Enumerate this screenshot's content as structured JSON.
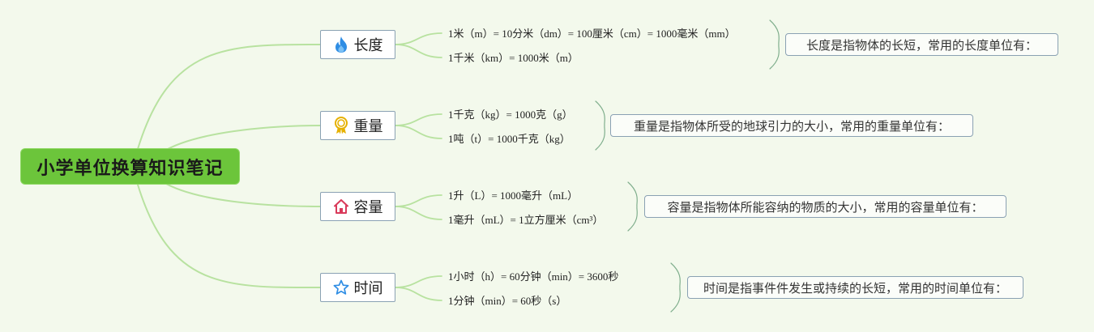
{
  "root": {
    "title": "小学单位换算知识笔记",
    "color": "#6cc53b"
  },
  "branch_color": "#b8e2a0",
  "topics": [
    {
      "label": "长度",
      "icon": "fire-icon",
      "icon_color": "#2f8de4",
      "details": [
        "1米（m）= 10分米（dm）= 100厘米（cm）= 1000毫米（mm）",
        "1千米（km）= 1000米（m）"
      ],
      "summary": "长度是指物体的长短，常用的长度单位有："
    },
    {
      "label": "重量",
      "icon": "award-ribbon-icon",
      "icon_color": "#e6b100",
      "details": [
        "1千克（kg）= 1000克（g）",
        "1吨（t）= 1000千克（kg）"
      ],
      "summary": "重量是指物体所受的地球引力的大小，常用的重量单位有："
    },
    {
      "label": "容量",
      "icon": "home-icon",
      "icon_color": "#d93a5a",
      "details": [
        "1升（L）= 1000毫升（mL）",
        "1毫升（mL）= 1立方厘米（cm³）"
      ],
      "summary": "容量是指物体所能容纳的物质的大小，常用的容量单位有："
    },
    {
      "label": "时间",
      "icon": "star-icon",
      "icon_color": "#2f8de4",
      "details": [
        "1小时（h）= 60分钟（min）= 3600秒",
        "1分钟（min）= 60秒（s）"
      ],
      "summary": "时间是指事件件发生或持续的长短，常用的时间单位有："
    }
  ]
}
